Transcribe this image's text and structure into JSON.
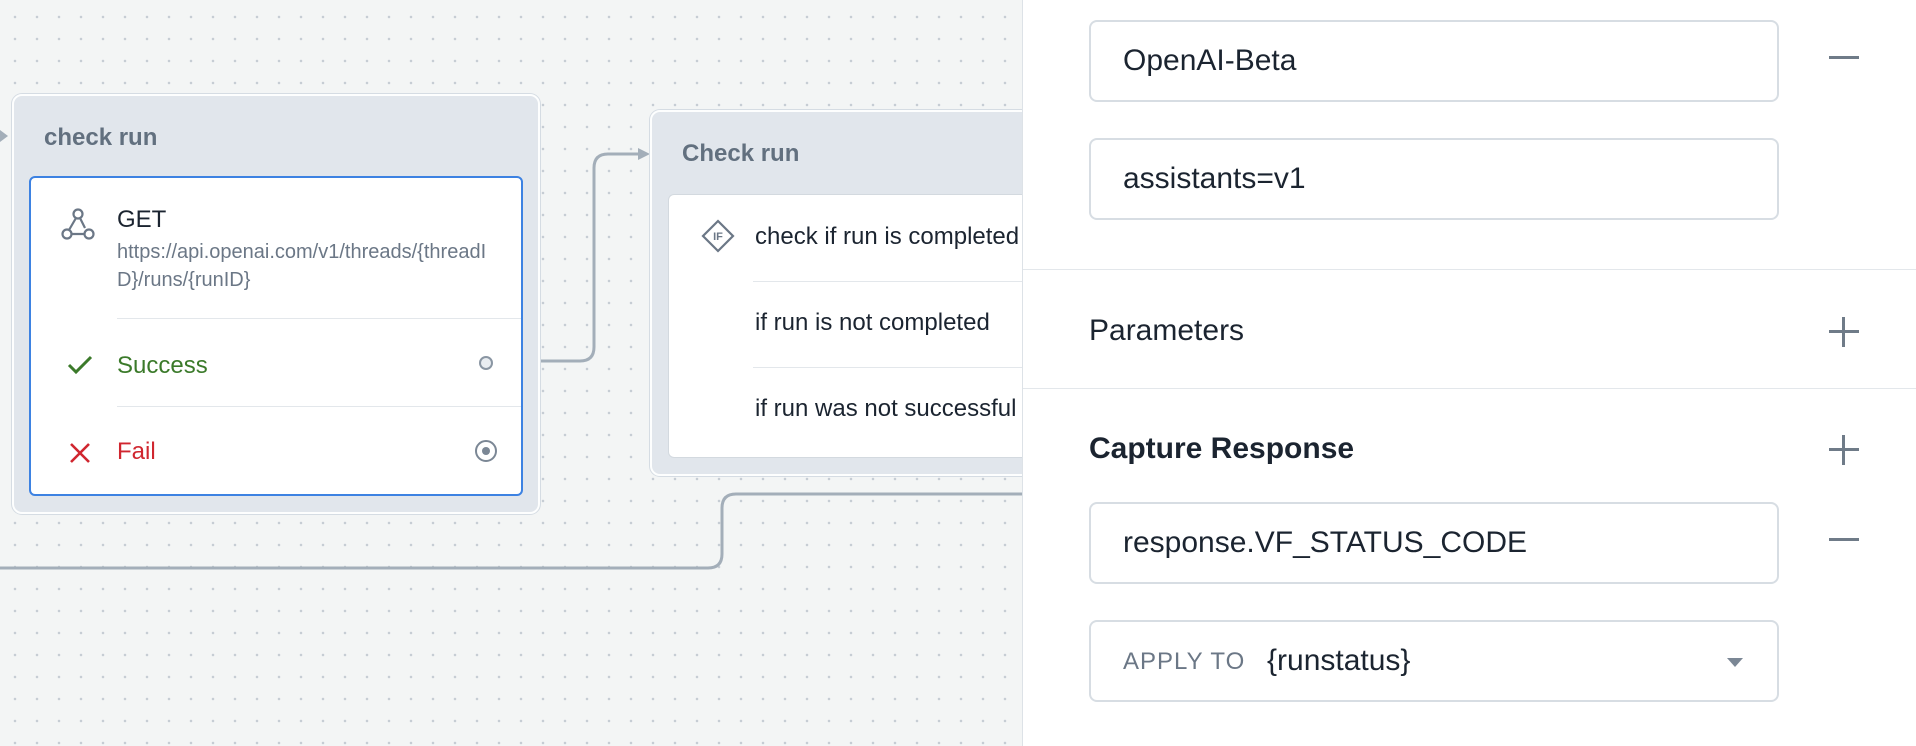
{
  "canvas": {
    "check_run_block": {
      "title": "check run",
      "method": "GET",
      "url": "https://api.openai.com/v1/threads/{threadID}/runs/{runID}",
      "success_label": "Success",
      "fail_label": "Fail"
    },
    "condition_block": {
      "title": "Check run",
      "if_badge": "IF",
      "conditions": [
        "check if run is completed",
        "if run is not completed",
        "if run was not successful"
      ]
    }
  },
  "panel": {
    "header_key": "OpenAI-Beta",
    "header_value": "assistants=v1",
    "parameters_label": "Parameters",
    "capture_label": "Capture Response",
    "capture_field": "response.VF_STATUS_CODE",
    "apply_to_label": "APPLY TO",
    "apply_to_value": "{runstatus}"
  },
  "colors": {
    "selected_border": "#3d82e2",
    "success": "#3b7a2a",
    "fail": "#d0262f",
    "wire": "#a3aeb9"
  },
  "icons": [
    "api-icon",
    "check-icon",
    "close-icon",
    "if-icon",
    "minus-icon",
    "plus-icon",
    "caret-down-icon"
  ]
}
